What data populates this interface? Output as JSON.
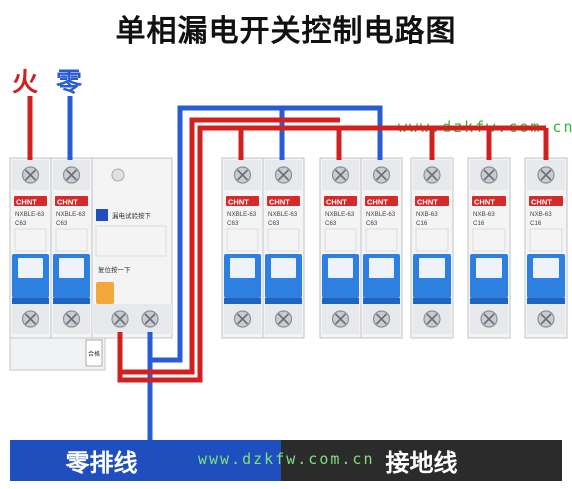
{
  "title": "单相漏电开关控制电路图",
  "labels": {
    "live": "火",
    "neutral": "零"
  },
  "watermarks": [
    "www.dzkfw.com.cn",
    "www.dzkfw.com.cn"
  ],
  "bars": {
    "neutral_bar": "零排线",
    "ground_bar": "接地线"
  },
  "main_breaker": {
    "brand": "CHNT",
    "model": "NXBLE-63",
    "rating": "C63",
    "test_label": "漏电试验按下",
    "reset_label": "复位按一下",
    "left_tag": "合格"
  },
  "breakers_2p": [
    {
      "brand": "CHNT",
      "model": "NXBLE-63",
      "rating": "C63"
    },
    {
      "brand": "CHNT",
      "model": "NXBLE-63",
      "rating": "C63"
    }
  ],
  "breakers_1p": [
    {
      "brand": "CHNT",
      "model": "NXB-63",
      "rating": "C16"
    },
    {
      "brand": "CHNT",
      "model": "NXB-63",
      "rating": "C16"
    },
    {
      "brand": "CHNT",
      "model": "NXB-63",
      "rating": "C16"
    }
  ],
  "colors": {
    "live": "#d12020",
    "neutral": "#2a5bd6",
    "breaker_body": "#f4f4f4",
    "handle": "#2d7fe0",
    "neutral_bar": "#1f4fbf",
    "ground_bar": "#2b2b2b",
    "watermark": "#33b533"
  }
}
